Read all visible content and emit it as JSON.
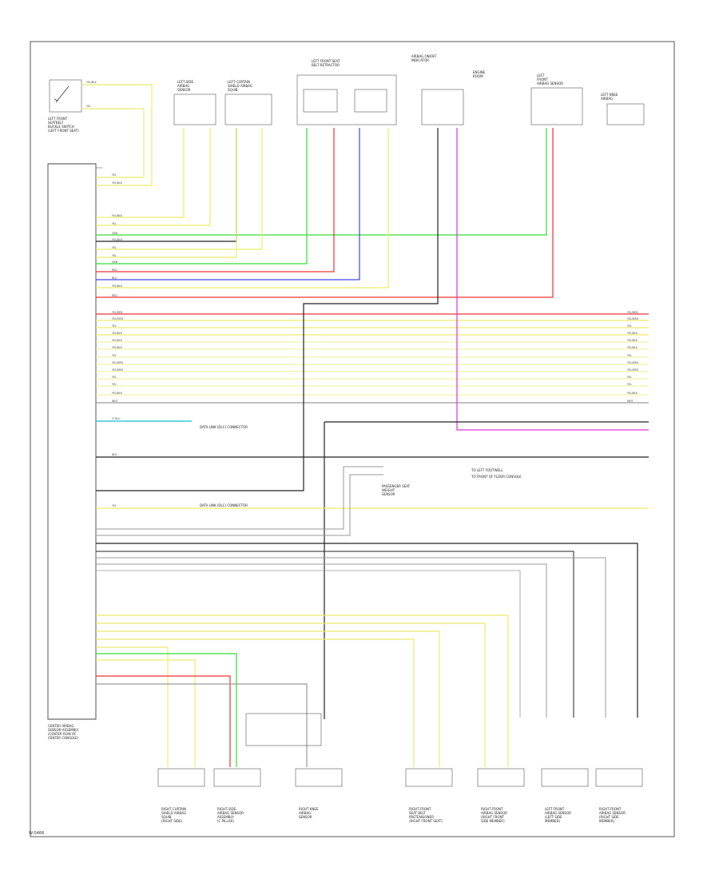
{
  "figure_id": "W-0466",
  "colors": {
    "yellow": "#ecec6a",
    "green": "#33dd33",
    "red": "#ee3333",
    "blue": "#4444ee",
    "cyan": "#33ccdd",
    "magenta": "#dd33dd",
    "black": "#222222",
    "gray": "#9a9a9a",
    "light_yellow": "#f2f2a8",
    "frame": "#555555"
  },
  "module": {
    "name": "CENTER AIRBAG SENSOR ASSEMBLY (CENTER ROW OF CENTER CONSOLE)",
    "label_lines": [
      "CENTER AIRBAG",
      "SENSOR ASSEMBLY",
      "(CENTER ROW OF",
      "CENTER CONSOLE)"
    ]
  },
  "left_switch": {
    "label_lines": [
      "LEFT FRONT",
      "SEATBELT",
      "BUCKLE SWITCH",
      "(LEFT FRONT SEAT)"
    ]
  },
  "components_top": [
    {
      "id": "lf_side",
      "lines": [
        "LEFT SIDE",
        "AIRBAG",
        "SENSOR"
      ]
    },
    {
      "id": "lf_curtain",
      "lines": [
        "LEFT CURTAIN",
        "SHIELD AIRBAG",
        "SQUIB"
      ]
    },
    {
      "id": "lf_seatbelt",
      "lines": [
        "LEFT FRONT SEAT",
        "BELT RETRACTOR"
      ]
    },
    {
      "id": "airbag_on",
      "lines": [
        "AIRBAG ON/OFF",
        "INDICATOR"
      ]
    },
    {
      "id": "engine",
      "lines": [
        "ENGINE",
        "ROOM"
      ]
    },
    {
      "id": "left_front_airbag",
      "lines": [
        "LEFT",
        "FRONT",
        "AIRBAG SENSOR"
      ]
    },
    {
      "id": "left_knee",
      "lines": [
        "LEFT KNEE",
        "AIRBAG"
      ]
    }
  ],
  "wire_labels": {
    "yel_blk": "YEL/BLK",
    "yel": "YEL",
    "grn": "GRN",
    "red": "RED",
    "blu": "BLU",
    "blk": "BLK",
    "wht": "WHT",
    "lt_blu": "LT BLU",
    "yel_grn": "YEL/GRN",
    "yel_red": "YEL/RED"
  },
  "side_notes": {
    "data_link_1": "DATA LINK (DLC) CONNECTOR",
    "data_link_2": "DATA LINK (DLC) CONNECTOR",
    "ground_note_1": "TO LEFT FOOTWELL",
    "ground_note_2": "TO FRONT OF FLOOR CONSOLE",
    "passenger_module": [
      "PASSENGER SEAT",
      "WEIGHT",
      "SENSOR"
    ]
  },
  "components_bottom": [
    {
      "id": "rf_curtain",
      "lines": [
        "RIGHT CURTAIN",
        "SHIELD AIRBAG",
        "SQUIB",
        "(RIGHT SIDE)"
      ]
    },
    {
      "id": "rf_side",
      "lines": [
        "RIGHT SIDE",
        "AIRBAG SENSOR",
        "ASSEMBLY",
        "(C PILLAR)"
      ]
    },
    {
      "id": "rf_knee",
      "lines": [
        "RIGHT KNEE",
        "AIRBAG",
        "SENSOR"
      ]
    },
    {
      "id": "rf_seatbelt",
      "lines": [
        "RIGHT FRONT",
        "SEAT BELT",
        "PRETENSIONER",
        "(RIGHT FRONT SEAT)"
      ]
    },
    {
      "id": "rf_front",
      "lines": [
        "RIGHT FRONT",
        "AIRBAG SENSOR",
        "(RIGHT FRONT",
        "SIDE MEMBER)"
      ]
    },
    {
      "id": "lf_frontsensor",
      "lines": [
        "LEFT FRONT",
        "AIRBAG SENSOR",
        "(LEFT SIDE",
        "MEMBER)"
      ]
    },
    {
      "id": "rf_frontsensor",
      "lines": [
        "RIGHT FRONT",
        "AIRBAG SENSOR",
        "(RIGHT SIDE",
        "MEMBER)"
      ]
    }
  ]
}
